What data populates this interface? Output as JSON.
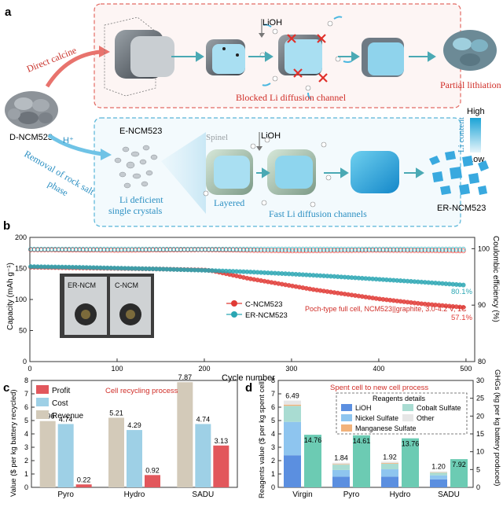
{
  "panels": {
    "a": {
      "label": "a",
      "source_material": "D-NCM523",
      "top_route": {
        "arrow_label": "Direct calcine",
        "reagent": "LiOH",
        "caption": "Blocked Li diffusion channel",
        "result": "Partial lithiation"
      },
      "bottom_route": {
        "arrow_label_line1": "Removal of rock salt",
        "arrow_label_line2": "phase",
        "proton": "H⁺",
        "intermediate": "E-NCM523",
        "intermediate_caption_line1": "Li deficient",
        "intermediate_caption_line2": "single crystals",
        "spinel_label": "Spinel",
        "layered_label": "Layered",
        "reagent": "LiOH",
        "caption": "Fast Li diffusion channels",
        "result": "ER-NCM523"
      },
      "legend": {
        "title": "Li content",
        "high": "High",
        "low": "Low"
      }
    },
    "b": {
      "label": "b"
    },
    "c": {
      "label": "c"
    },
    "d": {
      "label": "d"
    }
  },
  "chart_data": [
    {
      "id": "b",
      "type": "scatter",
      "xlabel": "Cycle number",
      "ylabel": "Capacity  (mAh g⁻¹)",
      "ylabel_right": "Coulombic efficiency (%)",
      "xlim": [
        0,
        510
      ],
      "ylim": [
        0,
        200
      ],
      "ylim_right": [
        80,
        102
      ],
      "xticks": [
        0,
        100,
        200,
        300,
        400,
        500
      ],
      "yticks": [
        0,
        50,
        100,
        150,
        200
      ],
      "yticks_right": [
        80,
        90,
        100
      ],
      "annotation": "Poch-type full cell, NCM523||graphite, 3.0-4.2 V, 1C",
      "inset_labels": [
        "ER-NCM",
        "C-NCM"
      ],
      "final_labels": [
        "80.1%",
        "57.1%"
      ],
      "series": [
        {
          "name": "C-NCM523",
          "axis": "left",
          "color": "#e03a35",
          "x": [
            1,
            50,
            100,
            150,
            200,
            210,
            230,
            250,
            275,
            300,
            325,
            350,
            375,
            400,
            425,
            450,
            475,
            500
          ],
          "y": [
            152,
            151,
            150,
            149,
            147.5,
            146,
            140,
            134,
            128,
            122,
            116,
            111,
            106,
            101,
            97,
            93,
            90,
            87
          ]
        },
        {
          "name": "ER-NCM523",
          "axis": "left",
          "color": "#2aa6b3",
          "x": [
            1,
            50,
            100,
            150,
            200,
            250,
            300,
            350,
            400,
            450,
            500
          ],
          "y": [
            153,
            152,
            150.5,
            149,
            147,
            144.5,
            141,
            137,
            132.5,
            128,
            123
          ]
        },
        {
          "name": "CE C-NCM523",
          "axis": "right",
          "color": "#e03a35",
          "x": [
            1,
            100,
            200,
            300,
            400,
            500
          ],
          "y": [
            99.8,
            99.7,
            99.8,
            99.6,
            99.7,
            99.6
          ]
        },
        {
          "name": "CE ER-NCM523",
          "axis": "right",
          "color": "#2aa6b3",
          "x": [
            1,
            100,
            200,
            300,
            400,
            500
          ],
          "y": [
            99.9,
            99.9,
            99.9,
            99.9,
            99.9,
            99.9
          ]
        }
      ]
    },
    {
      "id": "c",
      "type": "bar",
      "title": "Cell recycling process",
      "ylabel": "Value ($ per kg battery recycled)",
      "ylim": [
        0,
        8
      ],
      "yticks": [
        0,
        1,
        2,
        3,
        4,
        5,
        6,
        7,
        8
      ],
      "categories": [
        "Pyro",
        "Hydro",
        "SADU"
      ],
      "series": [
        {
          "name": "Revenue",
          "color": "#d3cab9",
          "values": [
            4.96,
            5.21,
            7.87
          ]
        },
        {
          "name": "Cost",
          "color": "#9ed0e6",
          "values": [
            4.74,
            4.29,
            4.74
          ]
        },
        {
          "name": "Profit",
          "color": "#e2575c",
          "values": [
            0.22,
            0.92,
            3.13
          ]
        }
      ]
    },
    {
      "id": "d",
      "type": "bar",
      "title": "Spent cell to new cell process",
      "ylabel": "Reagents value ($ per kg spent cell)",
      "ylabel_right": "GHGs (kg per kg battery produced)",
      "ylim": [
        0,
        8
      ],
      "yticks": [
        0,
        1,
        2,
        3,
        4,
        5,
        6,
        7,
        8
      ],
      "ylim_right": [
        0,
        30
      ],
      "yticks_right": [
        0,
        5,
        10,
        15,
        20,
        25,
        30
      ],
      "legend_title": "Reagents details",
      "categories": [
        "Virgin",
        "Pyro",
        "Hydro",
        "SADU"
      ],
      "reagent_totals": [
        6.49,
        1.84,
        1.92,
        1.2
      ],
      "ghg_values": [
        14.76,
        14.61,
        13.76,
        7.92
      ],
      "stack_series": [
        {
          "name": "LiOH",
          "color": "#5b8fe0",
          "values": [
            2.4,
            0.8,
            0.8,
            0.6
          ]
        },
        {
          "name": "Nickel Sulfate",
          "color": "#8ec5ef",
          "values": [
            2.5,
            0.5,
            0.55,
            0.3
          ]
        },
        {
          "name": "Cobalt Sulfate",
          "color": "#a9dcd2",
          "values": [
            1.2,
            0.4,
            0.42,
            0.2
          ]
        },
        {
          "name": "Manganese Sulfate",
          "color": "#f2b27a",
          "values": [
            0.09,
            0.04,
            0.05,
            0.03
          ]
        },
        {
          "name": "Other",
          "color": "#e6e6e6",
          "values": [
            0.3,
            0.1,
            0.1,
            0.07
          ]
        }
      ],
      "ghg_color": "#6ccbb3"
    }
  ]
}
